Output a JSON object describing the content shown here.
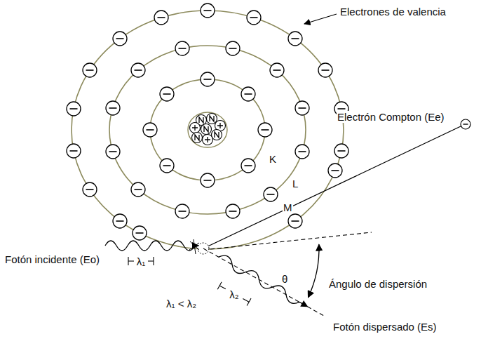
{
  "diagram": {
    "labels": [
      "Electrones de valencia",
      "Electrón Compton (Ee)",
      "K",
      "L",
      "M",
      "Fotón incidente (Eo)",
      "λ₁",
      "λ₁ < λ₂",
      "λ₂",
      "θ",
      "Ángulo de dispersión",
      "Fotón dispersado (Es)"
    ]
  }
}
